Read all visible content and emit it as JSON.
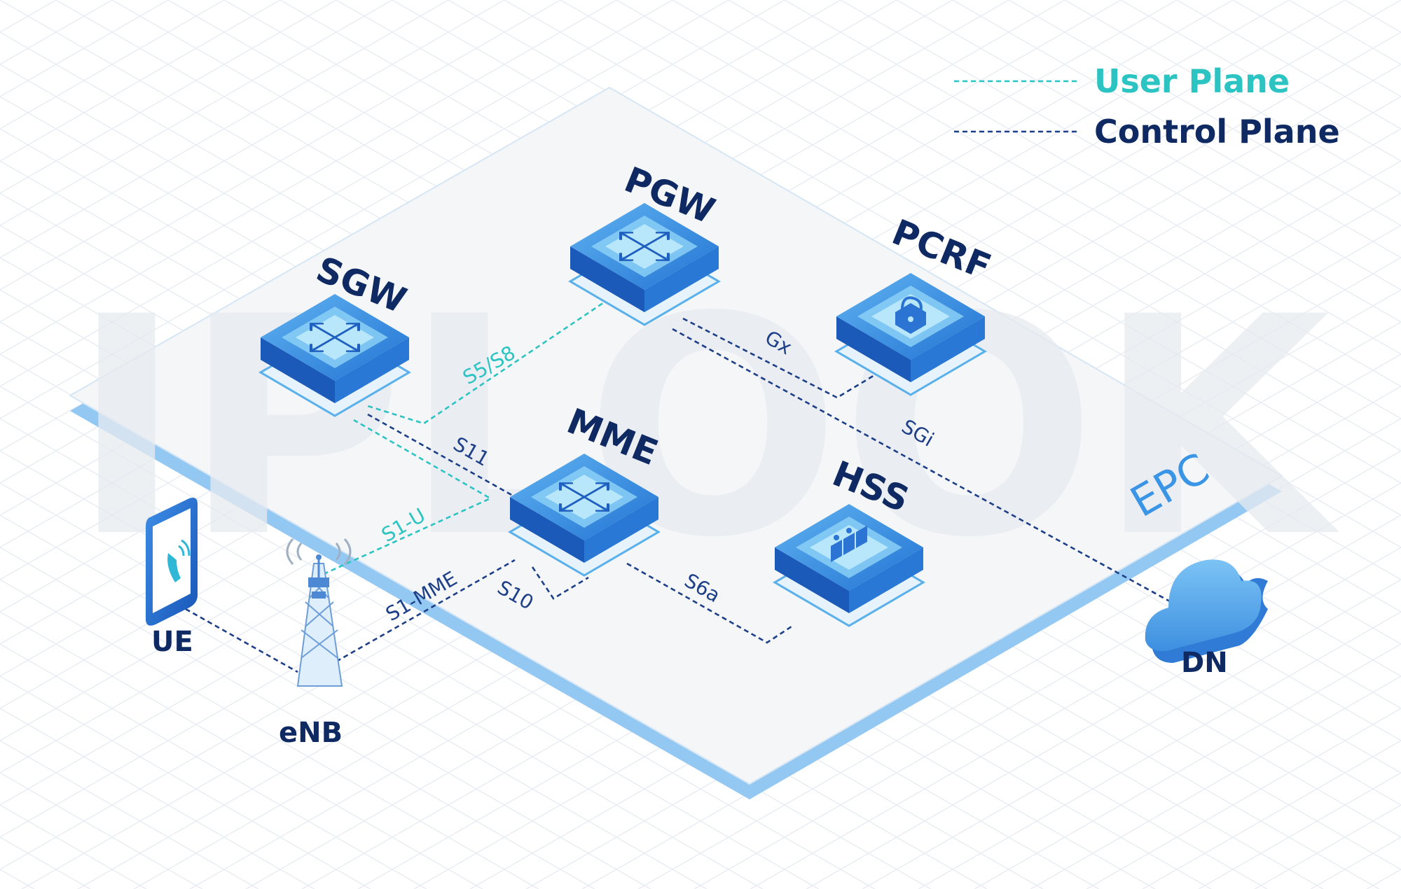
{
  "legend": {
    "user_plane": "User Plane",
    "control_plane": "Control Plane",
    "user_color": "#2cc4c2",
    "control_color": "#1c3f88"
  },
  "watermark": "IPLOOK",
  "platform_label": "EPC",
  "nodes": {
    "pgw": "PGW",
    "sgw": "SGW",
    "pcrf": "PCRF",
    "mme": "MME",
    "hss": "HSS",
    "ue": "UE",
    "enb": "eNB",
    "dn": "DN"
  },
  "interfaces": {
    "s5s8": "S5/S8",
    "gx": "Gx",
    "sgi": "SGi",
    "s11": "S11",
    "s1u": "S1-U",
    "s1mme": "S1-MME",
    "s10": "S10",
    "s6a": "S6a"
  },
  "icons": {
    "pgw": "arrows-cross-icon",
    "sgw": "arrows-cross-icon",
    "mme": "arrows-cross-icon",
    "pcrf": "lock-icon",
    "hss": "database-icon",
    "ue": "phone-icon",
    "enb": "antenna-tower-icon",
    "dn": "cloud-icon"
  }
}
